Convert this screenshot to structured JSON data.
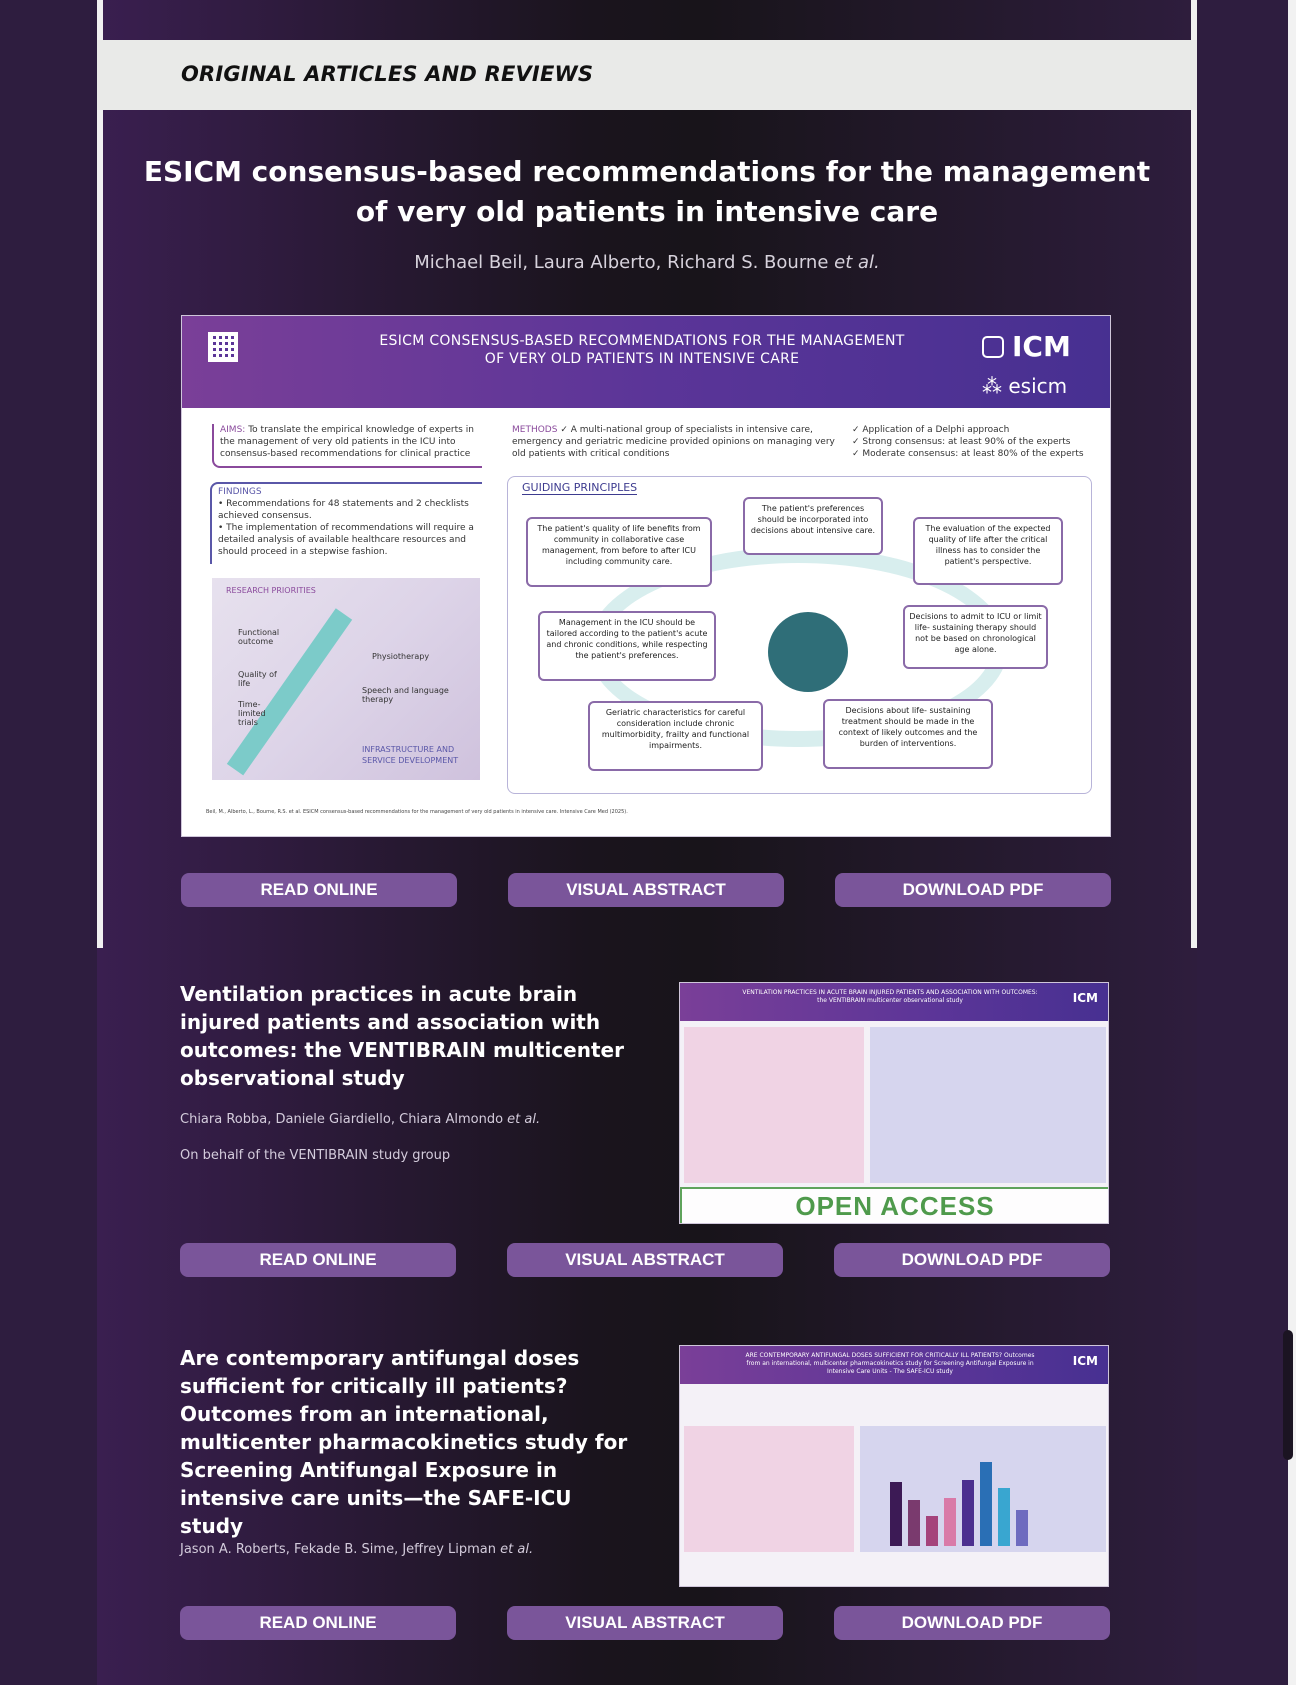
{
  "section": {
    "label": "ORIGINAL ARTICLES AND REVIEWS"
  },
  "feature": {
    "title_line1": "ESICM consensus-based recommendations for the management",
    "title_line2": "of very old patients in intensive care",
    "authors": "Michael Beil, Laura Alberto, Richard S. Bourne",
    "etal": "et al.",
    "visual_abstract": {
      "header_line1": "ESICM CONSENSUS-BASED RECOMMENDATIONS FOR THE MANAGEMENT",
      "header_line2": "OF VERY OLD PATIENTS IN INTENSIVE CARE",
      "logo_icm": "ICM",
      "logo_esicm": "esicm",
      "aims_label": "AIMS:",
      "aims_text": "To translate the empirical knowledge of experts in the management of very old patients in the ICU into consensus-based recommendations for clinical practice",
      "findings_label": "FINDINGS",
      "findings_1": "• Recommendations for 48 statements and 2 checklists achieved consensus.",
      "findings_2": "• The implementation of recommendations will require a detailed analysis of available healthcare resources and should proceed in a stepwise fashion.",
      "research_label": "RESEARCH PRIORITIES",
      "rp_functional": "Functional outcome",
      "rp_quality": "Quality of life",
      "rp_timelimited": "Time-limited trials",
      "rp_physio": "Physiotherapy",
      "rp_speech": "Speech and language therapy",
      "rp_infra": "INFRASTRUCTURE AND SERVICE DEVELOPMENT",
      "methods_label": "METHODS",
      "methods_1": "✓ A multi-national group of specialists in intensive care, emergency and geriatric medicine provided opinions on managing very old patients with critical conditions",
      "methods_2": "✓ Application of a Delphi approach",
      "methods_3": "✓ Strong consensus: at least 90% of the experts",
      "methods_4": "✓ Moderate consensus: at least 80% of the experts",
      "guiding_label": "GUIDING PRINCIPLES",
      "p1": "The patient's preferences should be incorporated into decisions about intensive care.",
      "p2": "The evaluation of the expected quality of life after the critical illness has to consider the patient's perspective.",
      "p3": "Decisions to admit to ICU or limit life- sustaining therapy should not be based on chronological age alone.",
      "p4": "Decisions about life- sustaining treatment should be made in the context of likely outcomes and the burden of interventions.",
      "p5": "Geriatric characteristics for careful consideration include chronic multimorbidity, frailty and functional impairments.",
      "p6": "Management in the ICU should be tailored according to the patient's acute and chronic conditions, while respecting the patient's preferences.",
      "p7": "The patient's quality of life benefits from community in collaborative case management, from before to after ICU including community care.",
      "footer": "Beil, M., Alberto, L., Bourne, R.S. et al. ESICM consensus-based recommendations for the management of very old patients in intensive care. Intensive Care Med (2025)."
    }
  },
  "buttons": {
    "read_online": "READ ONLINE",
    "visual_abstract": "VISUAL ABSTRACT",
    "download_pdf": "DOWNLOAD PDF"
  },
  "article2": {
    "title": "Ventilation practices in acute brain injured patients and association with outcomes: the VENTIBRAIN multicenter observational study",
    "authors": "Chiara Robba, Daniele Giardiello, Chiara Almondo",
    "etal": "et al.",
    "note": "On behalf of the VENTIBRAIN study group",
    "thumb_title": "VENTILATION PRACTICES IN ACUTE BRAIN INJURED PATIENTS AND ASSOCIATION WITH OUTCOMES: the VENTIBRAIN multicenter observational study",
    "thumb_icm": "ICM",
    "open_access": "OPEN ACCESS"
  },
  "article3": {
    "title": "Are contemporary antifungal doses sufficient for critically ill patients? Outcomes from an international, multicenter pharmacokinetics study for Screening Antifungal Exposure in intensive care units—the SAFE-ICU study",
    "authors": "Jason A. Roberts, Fekade B. Sime, Jeffrey Lipman",
    "etal": "et al.",
    "thumb_title": "ARE CONTEMPORARY ANTIFUNGAL DOSES SUFFICIENT FOR CRITICALLY ILL PATIENTS? Outcomes from an international, multicenter pharmacokinetics study for Screening Antifungal Exposure in Intensive Care Units - The SAFE-ICU study",
    "thumb_icm": "ICM"
  },
  "colors": {
    "accent": "#7a559a",
    "header_purple": "#5b3598",
    "open_access_green": "#4f9a4c"
  }
}
